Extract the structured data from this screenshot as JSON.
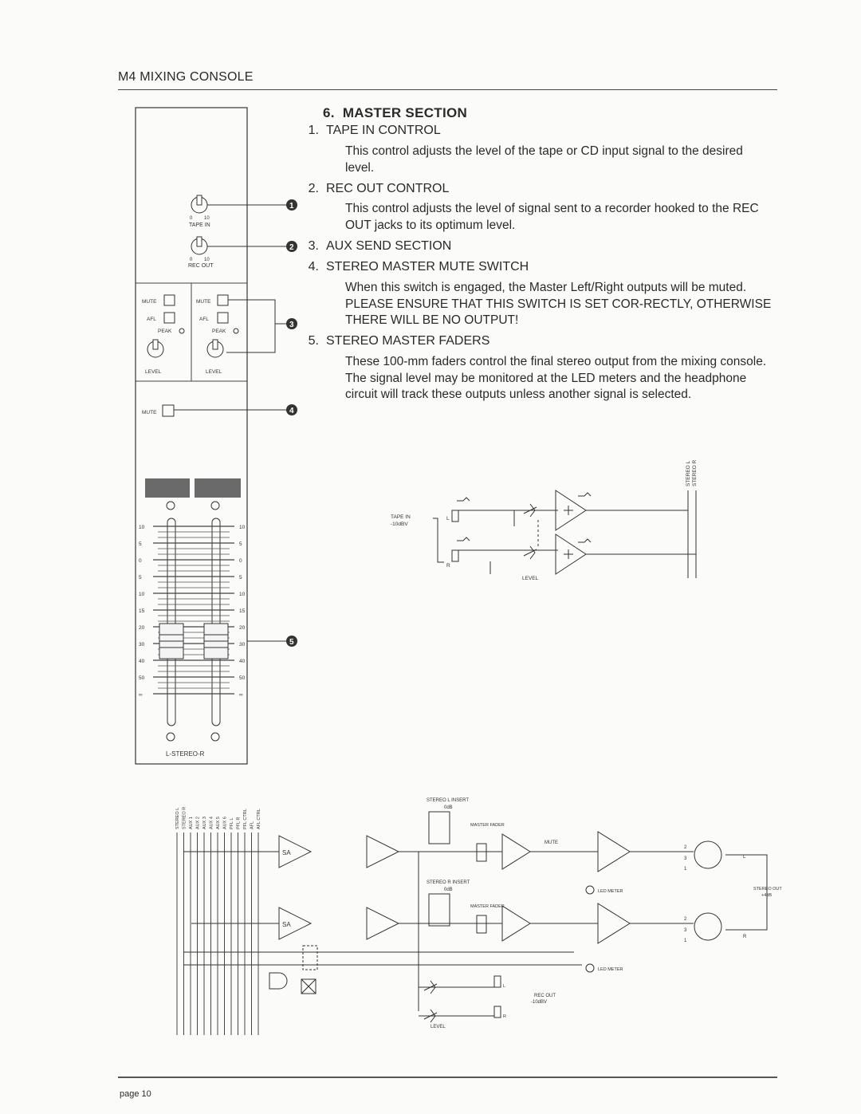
{
  "header": {
    "title": "M4 MIXING CONSOLE"
  },
  "section": {
    "number": "6.",
    "title": "MASTER SECTION"
  },
  "items": [
    {
      "num": "1.",
      "title": "TAPE IN CONTROL",
      "desc": "This control adjusts the level of the tape or CD input signal to the desired level."
    },
    {
      "num": "2.",
      "title": "REC OUT CONTROL",
      "desc": "This control adjusts the level of signal sent to a recorder hooked to the REC OUT jacks to its optimum level."
    },
    {
      "num": "3.",
      "title": "AUX SEND SECTION"
    },
    {
      "num": "4.",
      "title": "STEREO MASTER MUTE SWITCH",
      "desc": "When this switch is engaged, the Master Left/Right outputs will be muted. PLEASE ENSURE THAT THIS SWITCH IS SET COR-RECTLY, OTHERWISE THERE WILL BE NO OUTPUT!"
    },
    {
      "num": "5.",
      "title": "STEREO MASTER FADERS",
      "desc": "These 100-mm faders control the final stereo output from the mixing console. The signal level may be monitored at the LED meters and the headphone circuit will track these outputs unless another signal is selected."
    }
  ],
  "panel": {
    "tape_in_label": "TAPE IN",
    "rec_out_label": "REC OUT",
    "mute_label": "MUTE",
    "afl_label": "AFL",
    "peak_label": "PEAK",
    "level_label": "LEVEL",
    "knob_min": "0",
    "knob_max": "10",
    "callouts": [
      "1",
      "2",
      "3",
      "4",
      "5"
    ],
    "scale": [
      "10",
      "5",
      "0",
      "5",
      "10",
      "15",
      "20",
      "30",
      "40",
      "50",
      "∞"
    ],
    "stereo_label": "L-STEREO-R"
  },
  "diagram_tape": {
    "tape_in": "TAPE IN",
    "tape_level": "-10dBV",
    "l": "L",
    "r": "R",
    "level": "LEVEL",
    "bus_l": "STEREO L",
    "bus_r": "STEREO R"
  },
  "diagram_master": {
    "bus_labels": [
      "STEREO L",
      "STEREO R",
      "AUX 1",
      "AUX 2",
      "AUX 3",
      "AUX 4",
      "AUX 5",
      "AUX 6",
      "PFL L",
      "PFL R",
      "PFL CTRL",
      "AFL",
      "AFL CTRL"
    ],
    "sa": "SA",
    "insert_l": "STEREO L INSERT",
    "insert_r": "STEREO R INSERT",
    "insert_level": "0dB",
    "master_fader": "MASTER FADER",
    "mute": "MUTE",
    "led_meter": "LED METER",
    "out_l": "L",
    "out_r": "R",
    "stereo_out": "STEREO OUT",
    "stereo_out_level": "+4dB",
    "rec_out": "REC OUT",
    "rec_out_level": "-10dBV",
    "level": "LEVEL",
    "pin1": "1",
    "pin2": "2",
    "pin3": "3"
  },
  "footer": {
    "page": "page 10"
  }
}
